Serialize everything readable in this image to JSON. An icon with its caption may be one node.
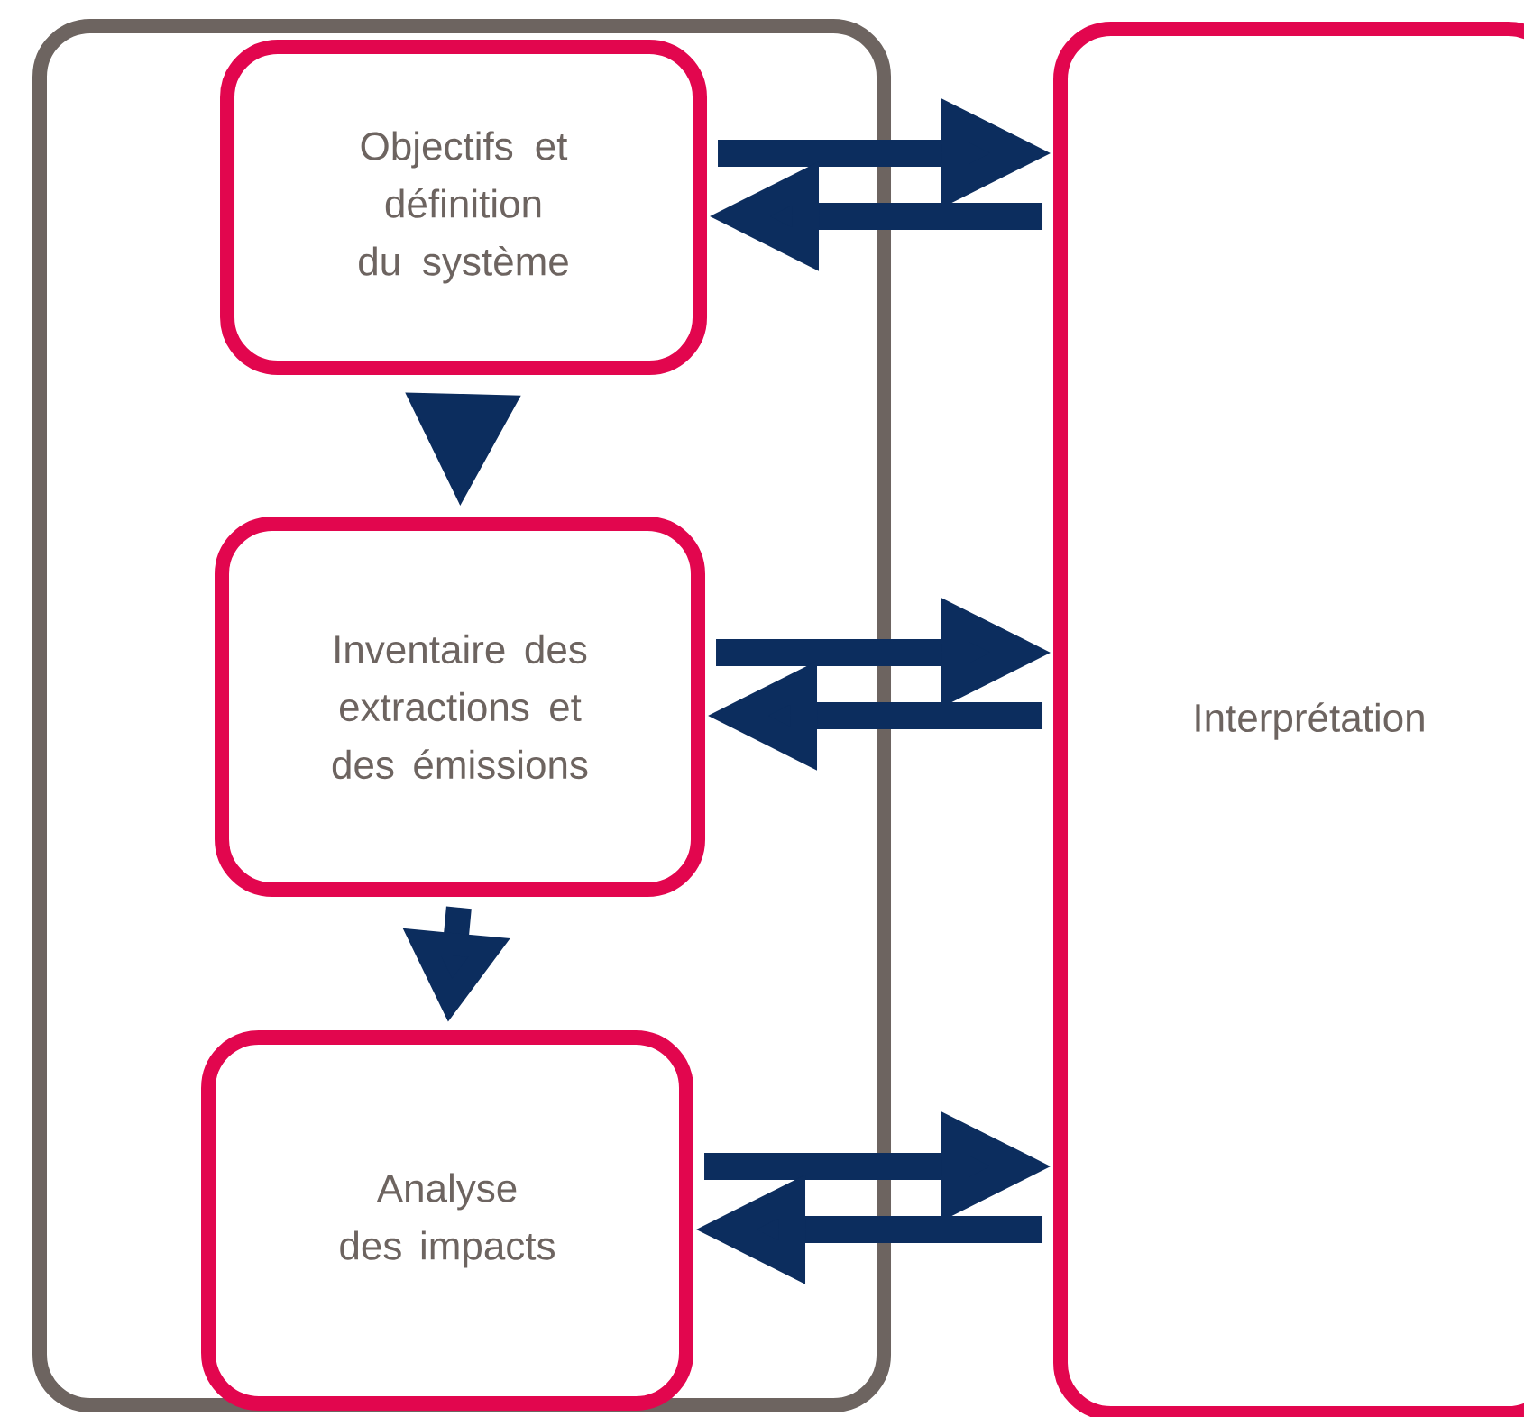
{
  "diagram": {
    "nodes": [
      {
        "text": [],
        "shape": "box"
      },
      {
        "text": [
          "Objectifs et définition du système"
        ],
        "in": 0
      },
      {
        "text": [
          "Inventaire des extractions et des émissions"
        ],
        "in": 0
      },
      {
        "text": [
          "Analyse des impacts"
        ],
        "in": 0
      },
      {
        "text": [
          "Interprétation"
        ]
      }
    ],
    "edges": [
      {
        "from": 1,
        "to": 2,
        "arrow": "to"
      },
      {
        "from": 2,
        "to": 3,
        "arrow": "to"
      },
      {
        "from": 1,
        "to": 4,
        "arrow": "to"
      },
      {
        "from": 4,
        "to": 1,
        "arrow": "to"
      },
      {
        "from": 2,
        "to": 4,
        "arrow": "to"
      },
      {
        "from": 4,
        "to": 2,
        "arrow": "to"
      },
      {
        "from": 3,
        "to": 4,
        "arrow": "to"
      },
      {
        "from": 4,
        "to": 3,
        "arrow": "to"
      }
    ]
  }
}
